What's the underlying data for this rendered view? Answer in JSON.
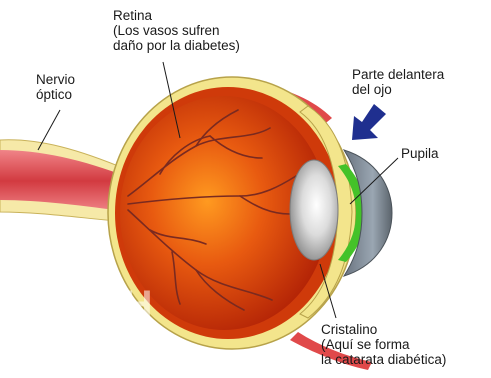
{
  "labels": {
    "retina": {
      "title": "Retina",
      "note": "(Los vasos sufren",
      "note2": "daño por la diabetes)"
    },
    "nervio": {
      "line1": "Nervio",
      "line2": "óptico"
    },
    "parte": {
      "line1": "Parte delantera",
      "line2": "del ojo"
    },
    "pupila": {
      "text": "Pupila"
    },
    "cristalino": {
      "title": "Cristalino",
      "note": "(Aquí se forma",
      "note2": "la catarata diabética)"
    }
  },
  "watermark": "SH",
  "colors": {
    "sclera": "#f2e48a",
    "retina": "#d4420c",
    "vitreous": "#c02a06",
    "nerve": "#d8464a",
    "vessel": "#7a2a20",
    "cornea": "#7f8a94",
    "iris": "#49c62c",
    "lens": "#cfcfcf",
    "arrow": "#1f2f8f"
  }
}
